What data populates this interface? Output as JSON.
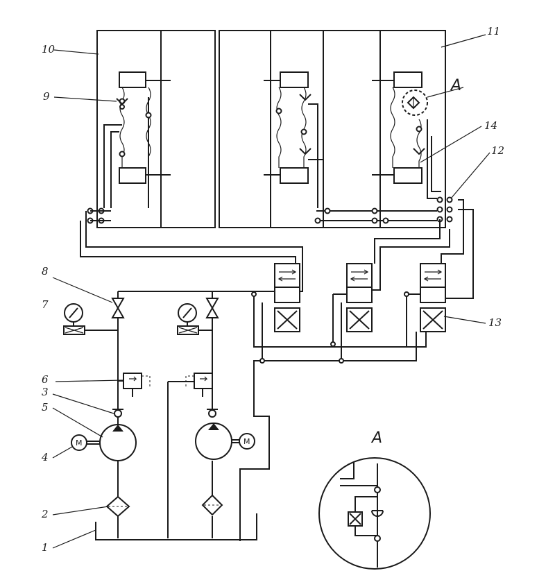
{
  "callouts": {
    "c1": "1",
    "c2": "2",
    "c3": "3",
    "c4": "4",
    "c5": "5",
    "c6": "6",
    "c7": "7",
    "c8": "8",
    "c9": "9",
    "c10": "10",
    "c11": "11",
    "c12": "12",
    "c13": "13",
    "c14": "14",
    "cA": "A"
  },
  "detail_view": {
    "title": "A"
  },
  "motor_symbol": "M"
}
